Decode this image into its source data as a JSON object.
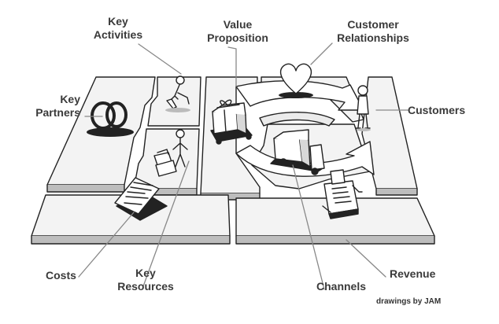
{
  "labels": {
    "key_activities": [
      "Key",
      "Activities"
    ],
    "value_proposition": [
      "Value",
      "Proposition"
    ],
    "customer_relationships": [
      "Customer",
      "Relationships"
    ],
    "key_partners": [
      "Key",
      "Partners"
    ],
    "customers": "Customers",
    "costs": "Costs",
    "key_resources": [
      "Key",
      "Resources"
    ],
    "channels": "Channels",
    "revenue": "Revenue"
  },
  "credit": "drawings by JAM",
  "icons": [
    "heart-icon",
    "rings-icon",
    "gift-icon",
    "truck-icon",
    "cash-register-icon",
    "worker-icon",
    "person-icon",
    "papers-icon"
  ]
}
